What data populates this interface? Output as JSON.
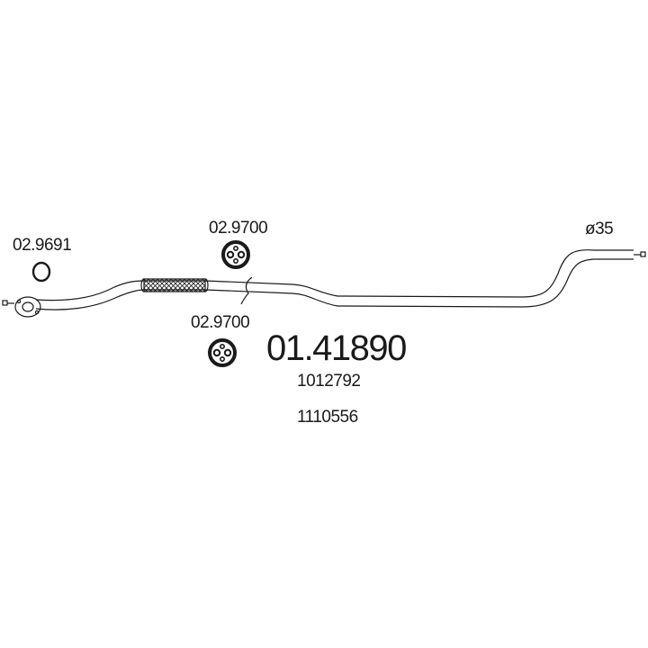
{
  "labels": {
    "gasket_part": "02.9691",
    "hanger_top_part": "02.9700",
    "hanger_bottom_part": "02.9700",
    "diameter": "ø35",
    "main_part_number": "01.41890",
    "oe_ref_1": "1012792",
    "oe_ref_2": "1110556"
  },
  "colors": {
    "line": "#1a1a1a",
    "background": "#ffffff"
  },
  "icons": {
    "gasket": "ring-gasket-icon",
    "hanger": "rubber-hanger-icon",
    "flex": "flex-bellows-icon",
    "flange": "flange-icon"
  }
}
